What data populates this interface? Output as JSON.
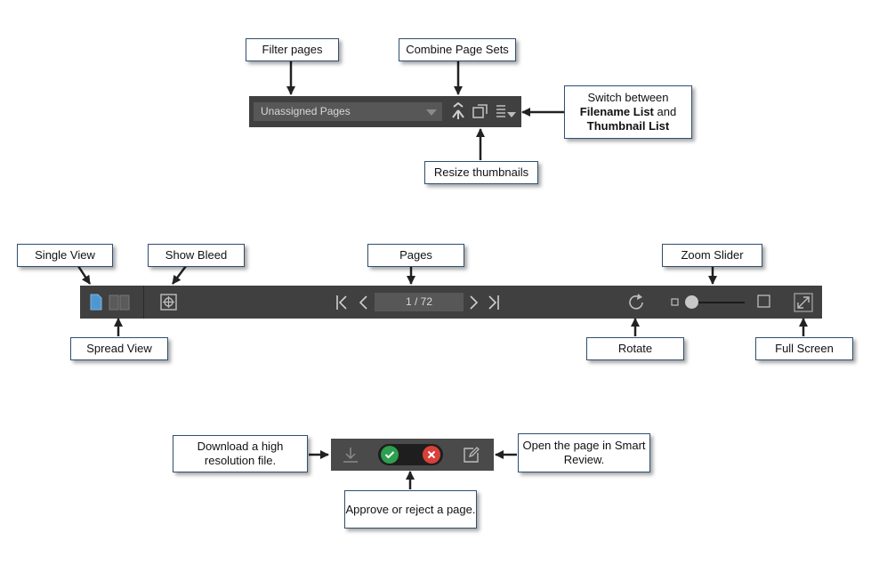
{
  "callouts": {
    "filter_pages": "Filter pages",
    "combine_page_sets": "Combine Page Sets",
    "switch_line1": "Switch between",
    "switch_bold1": "Filename List",
    "switch_and": " and",
    "switch_bold2": "Thumbnail List",
    "resize_thumbnails": "Resize thumbnails",
    "single_view": "Single View",
    "show_bleed": "Show Bleed",
    "pages": "Pages",
    "zoom_slider": "Zoom Slider",
    "spread_view": "Spread View",
    "rotate": "Rotate",
    "full_screen": "Full Screen",
    "download_line1": "Download a high",
    "download_line2": "resolution file.",
    "open_line1": "Open the page in Smart",
    "open_line2": "Review.",
    "approve_reject": "Approve or reject a page."
  },
  "toolbar1": {
    "filter_value": "Unassigned Pages"
  },
  "toolbar2": {
    "page_indicator": "1 / 72"
  },
  "colors": {
    "bar": "#404040",
    "approve": "#2e9e4f",
    "reject": "#d9403a",
    "single_view_active": "#4f97d1"
  },
  "icons": [
    "combine-icon",
    "resize-thumbnails-icon",
    "list-switch-icon",
    "single-view-icon",
    "spread-view-icon",
    "bleed-icon",
    "first-page-icon",
    "prev-page-icon",
    "next-page-icon",
    "last-page-icon",
    "rotate-icon",
    "zoom-small-icon",
    "zoom-large-icon",
    "full-screen-icon",
    "download-icon",
    "approve-icon",
    "reject-icon",
    "edit-icon"
  ]
}
